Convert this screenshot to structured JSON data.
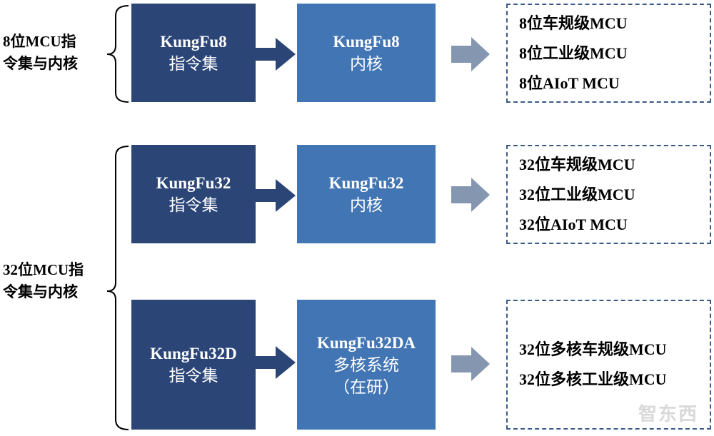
{
  "groups": [
    {
      "label_line1": "8位MCU指",
      "label_line2": "令集与内核",
      "isa": {
        "name": "KungFu8",
        "sub": "指令集"
      },
      "core": {
        "name": "KungFu8",
        "sub": "内核"
      },
      "results": [
        "8位车规级MCU",
        "8位工业级MCU",
        "8位AIoT MCU"
      ]
    },
    {
      "label_line1": "32位MCU指",
      "label_line2": "令集与内核",
      "rows": [
        {
          "isa": {
            "name": "KungFu32",
            "sub": "指令集"
          },
          "core": {
            "name": "KungFu32",
            "sub": "内核"
          },
          "results": [
            "32位车规级MCU",
            "32位工业级MCU",
            "32位AIoT MCU"
          ]
        },
        {
          "isa": {
            "name": "KungFu32D",
            "sub": "指令集"
          },
          "core": {
            "name": "KungFu32DA",
            "sub": "多核系统",
            "sub2": "（在研）"
          },
          "results": [
            "32位多核车规级MCU",
            "32位多核工业级MCU"
          ]
        }
      ]
    }
  ],
  "watermark": "智东西",
  "colors": {
    "dark_box": "#2b4577",
    "mid_box": "#4275b4",
    "arrow_gray": "#8596b0",
    "dashed_border": "#3a5a8a"
  }
}
